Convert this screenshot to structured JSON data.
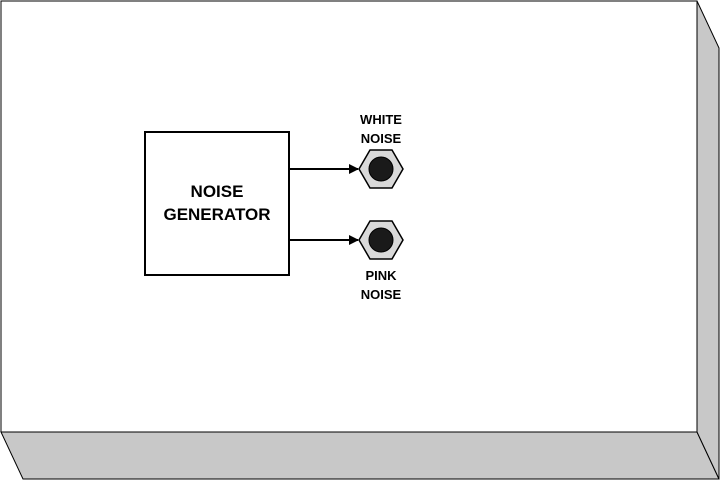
{
  "generator": {
    "line1": "NOISE",
    "line2": "GENERATOR"
  },
  "outputs": {
    "white": {
      "line1": "WHITE",
      "line2": "NOISE"
    },
    "pink": {
      "line1": "PINK",
      "line2": "NOISE"
    }
  },
  "colors": {
    "panel_face": "#ffffff",
    "panel_edge": "#c8c8c8",
    "outline": "#000000",
    "jack_ring": "#d9d9d9",
    "jack_hole": "#1a1a1a"
  }
}
